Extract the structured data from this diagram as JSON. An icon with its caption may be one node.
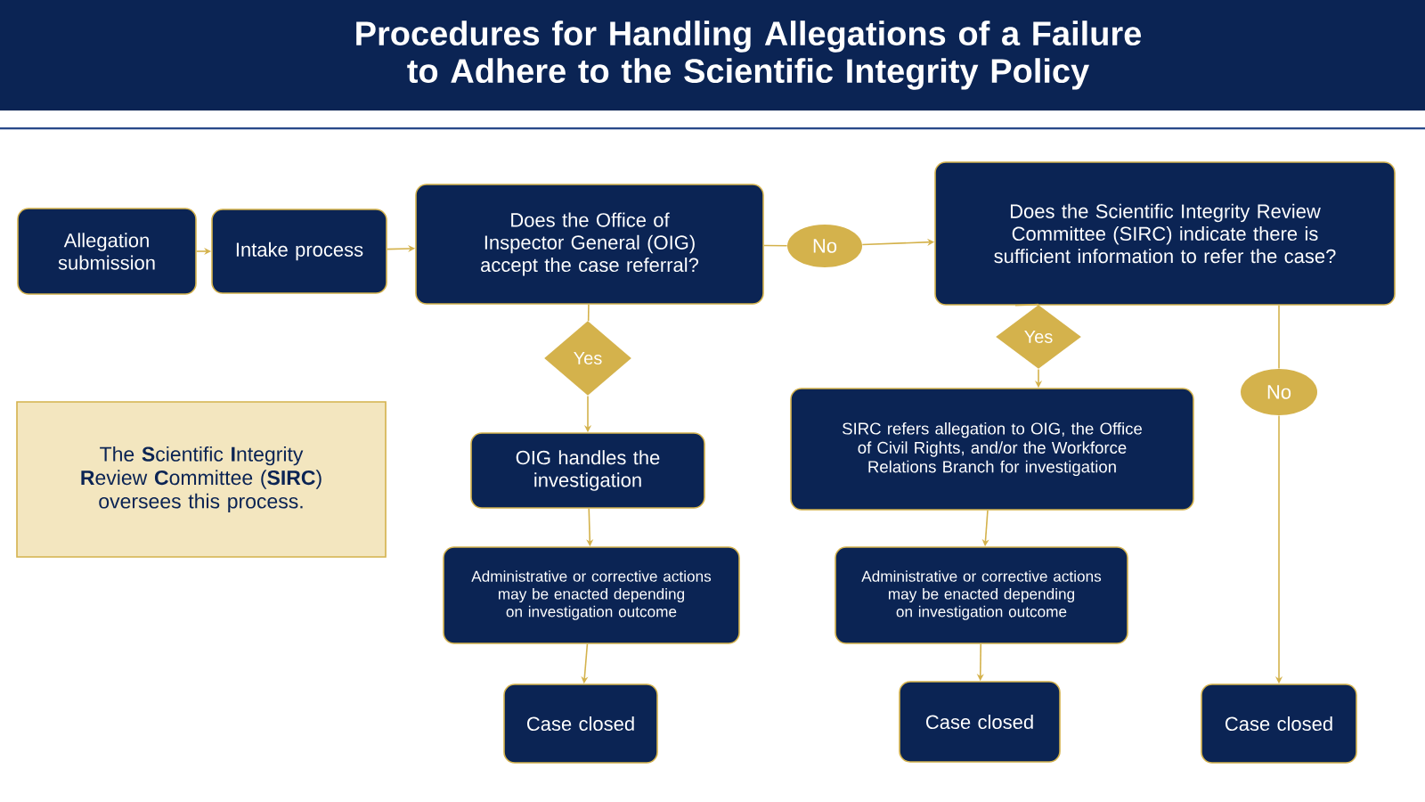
{
  "diagram": {
    "title": "Procedures for Handling Allegations of a Failure to Adhere to the Scientific Integrity Policy",
    "nodes": [
      {
        "text": [
          "Allegation submission"
        ]
      },
      {
        "text": [
          "Intake process"
        ]
      },
      {
        "text": [
          "Does the Office of Inspector General (OIG) accept the case referral?"
        ]
      },
      {
        "text": [
          "No"
        ]
      },
      {
        "text": [
          "Does the Scientific Integrity Review Committee (SIRC) indicate there is sufficient information to refer the case?"
        ]
      },
      {
        "text": [
          "The **S**cientific **I**ntegrity **R**eview **C**ommittee (**SIRC**) oversees this process."
        ]
      },
      {
        "text": [
          "Yes"
        ]
      },
      {
        "text": [
          "OIG handles the investigation"
        ]
      },
      {
        "text": [
          "Administrative or corrective actions may be enacted depending on investigation outcome"
        ]
      },
      {
        "text": [
          "Case closed"
        ]
      },
      {
        "text": [
          "Yes"
        ]
      },
      {
        "text": [
          "SIRC refers allegation to OIG, the Office of Civil Rights, and/or the Workforce Relations Branch for investigation"
        ]
      },
      {
        "text": [
          "Administrative or corrective actions may be enacted depending on investigation outcome"
        ]
      },
      {
        "text": [
          "Case closed"
        ]
      },
      {
        "text": [
          "No"
        ]
      },
      {
        "text": [
          "Case closed"
        ]
      }
    ],
    "edges": [
      {
        "from": 0,
        "to": 1,
        "arrow": "to"
      },
      {
        "from": 1,
        "to": 2,
        "arrow": "to"
      },
      {
        "from": 2,
        "to": 3,
        "arrow": "none"
      },
      {
        "from": 3,
        "to": 4,
        "arrow": "to"
      },
      {
        "from": 2,
        "to": 6,
        "arrow": "none"
      },
      {
        "from": 6,
        "to": 7,
        "arrow": "to"
      },
      {
        "from": 7,
        "to": 8,
        "arrow": "to"
      },
      {
        "from": 8,
        "to": 9,
        "arrow": "to"
      },
      {
        "from": 4,
        "to": 10,
        "arrow": "none"
      },
      {
        "from": 10,
        "to": 11,
        "arrow": "to"
      },
      {
        "from": 11,
        "to": 12,
        "arrow": "to"
      },
      {
        "from": 12,
        "to": 13,
        "arrow": "to"
      },
      {
        "from": 4,
        "to": 14,
        "arrow": "none"
      },
      {
        "from": 14,
        "to": 15,
        "arrow": "to"
      }
    ]
  }
}
